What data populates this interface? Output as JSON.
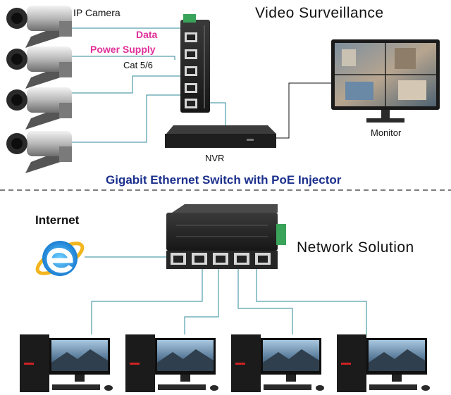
{
  "top_section": {
    "camera_label": "IP Camera",
    "data_label": "Data",
    "power_label": "Power Supply",
    "cable_label": "Cat 5/6",
    "title": "Video Surveillance",
    "monitor_label": "Monitor",
    "nvr_label": "NVR"
  },
  "banner": {
    "title": "Gigabit Ethernet Switch with PoE Injector"
  },
  "bottom_section": {
    "internet_label": "Internet",
    "title": "Network Solution"
  },
  "colors": {
    "accent_text": "#e0309a",
    "banner_text": "#1b2f8c",
    "cable": "#2d8a9a",
    "divider": "#555555"
  }
}
